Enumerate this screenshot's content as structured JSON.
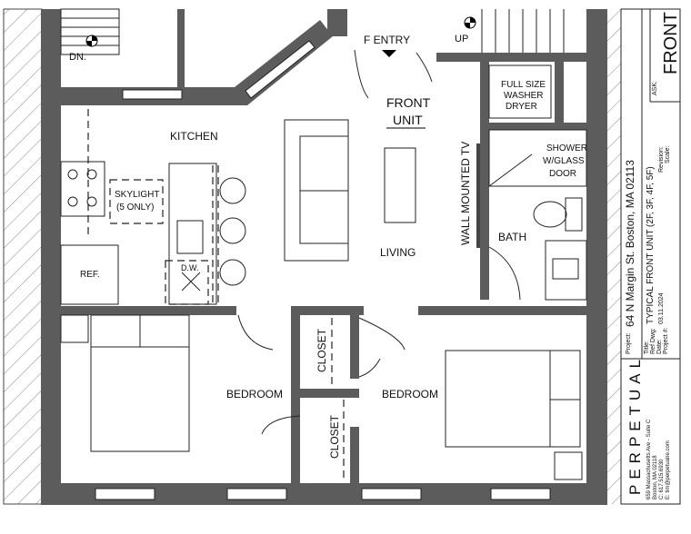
{
  "plan": {
    "labels": {
      "dn": "DN.",
      "up": "UP",
      "entry": "F ENTRY",
      "unit_line1": "FRONT",
      "unit_line2": "UNIT",
      "washer_line1": "FULL SIZE",
      "washer_line2": "WASHER",
      "washer_line3": "DRYER",
      "kitchen": "KITCHEN",
      "skylight_line1": "SKYLIGHT",
      "skylight_line2": "(5 ONLY)",
      "dw": "D.W.",
      "ref": "REF.",
      "tv": "WALL MOUNTED TV",
      "shower_line1": "SHOWER",
      "shower_line2": "W/GLASS",
      "shower_line3": "DOOR",
      "bath": "BATH",
      "living": "LIVING",
      "closet_1": "CLOSET",
      "closet_2": "CLOSET",
      "bedroom_left": "BEDROOM",
      "bedroom_right": "BEDROOM"
    }
  },
  "title_block": {
    "project_label": "Project:",
    "project": "64 N Margin St. Boston, MA 02113",
    "title_label": "Title:",
    "title": "TYPICAL FRONT UNIT (2F, 3F, 4F, 5F)",
    "ref_dwg_label": "Ref Dwg:",
    "date_label": "Date:",
    "date": "03.11.2024",
    "project_no_label": "Project #:",
    "revision_label": "Revision:",
    "scale_label": "Scale:",
    "ask_label": "ASK:",
    "ask": "FRONT",
    "firm": "PERPETUAL",
    "address_1": "659 Massachusetts Ave - Suite C",
    "address_2": "Boston, MA 02118",
    "phone": "C: 617.515.6930",
    "email": "E: tim@perpetualre.com"
  }
}
